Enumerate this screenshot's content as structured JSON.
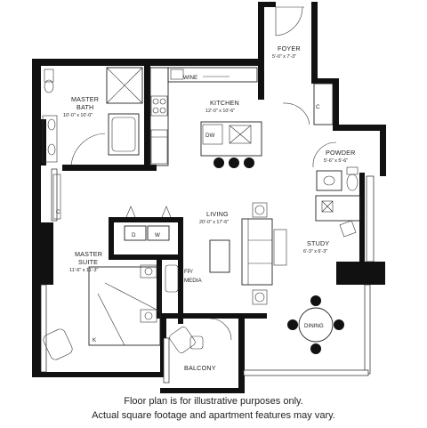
{
  "rooms": {
    "foyer": {
      "name": "FOYER",
      "dims": "5'-0\" x 7'-3\""
    },
    "kitchen": {
      "name": "KITCHEN",
      "dims": "12'-0\" x 10'-6\""
    },
    "bath": {
      "name1": "MASTER",
      "name2": "BATH",
      "dims": "10'-0\" x 10'-0\""
    },
    "powder": {
      "name": "POWDER",
      "dims": "5'-6\" x 5'-6\""
    },
    "living": {
      "name": "LIVING",
      "dims": "20'-0\" x 17'-6\""
    },
    "study": {
      "name": "STUDY",
      "dims": "6'-3\" x 6'-3\""
    },
    "suite": {
      "name1": "MASTER",
      "name2": "SUITE",
      "dims": "11'-6\" x 11'-3\""
    },
    "fpmedia": {
      "name1": "FP/",
      "name2": "MEDIA"
    },
    "balcony": {
      "name": "BALCONY"
    },
    "dining": {
      "name": "DINING"
    }
  },
  "fixtures": {
    "wine": "WINE",
    "dishwasher": "DW",
    "washer": "W",
    "dryer": "D",
    "closet_c": "C",
    "bed_k": "K"
  },
  "disclaimer": {
    "line1": "Floor plan is for illustrative purposes only.",
    "line2": "Actual square footage and apartment features may vary."
  }
}
